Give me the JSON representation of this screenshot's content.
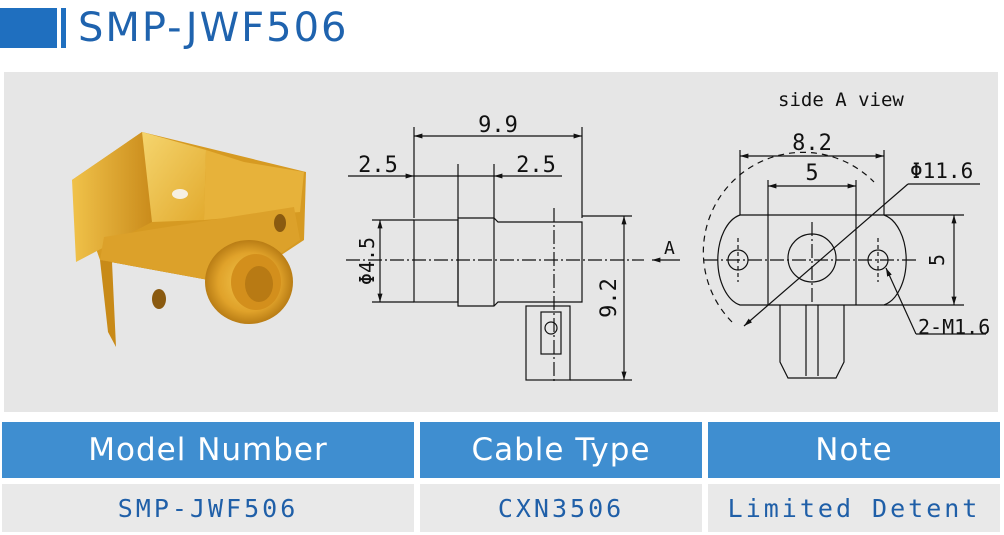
{
  "header": {
    "title": "SMP-JWF506"
  },
  "drawing": {
    "view_label": "side A view",
    "side_view": {
      "length_overall": "9.9",
      "step_left": "2.5",
      "step_right": "2.5",
      "diameter": "Φ4.5",
      "height": "9.2",
      "view_marker": "A"
    },
    "end_view": {
      "width_outer": "8.2",
      "width_inner": "5",
      "diameter": "Φ11.6",
      "height": "5",
      "holes": "2-M1.6"
    }
  },
  "table": {
    "headers": [
      "Model Number",
      "Cable Type",
      "Note"
    ],
    "rows": [
      [
        "SMP-JWF506",
        "CXN3506",
        "Limited Detent"
      ]
    ]
  },
  "colors": {
    "brand_blue": "#1f6fbf",
    "header_cell": "#3f8ed0",
    "value_text": "#1f5fa8",
    "connector_gold": "#e8b73c"
  }
}
